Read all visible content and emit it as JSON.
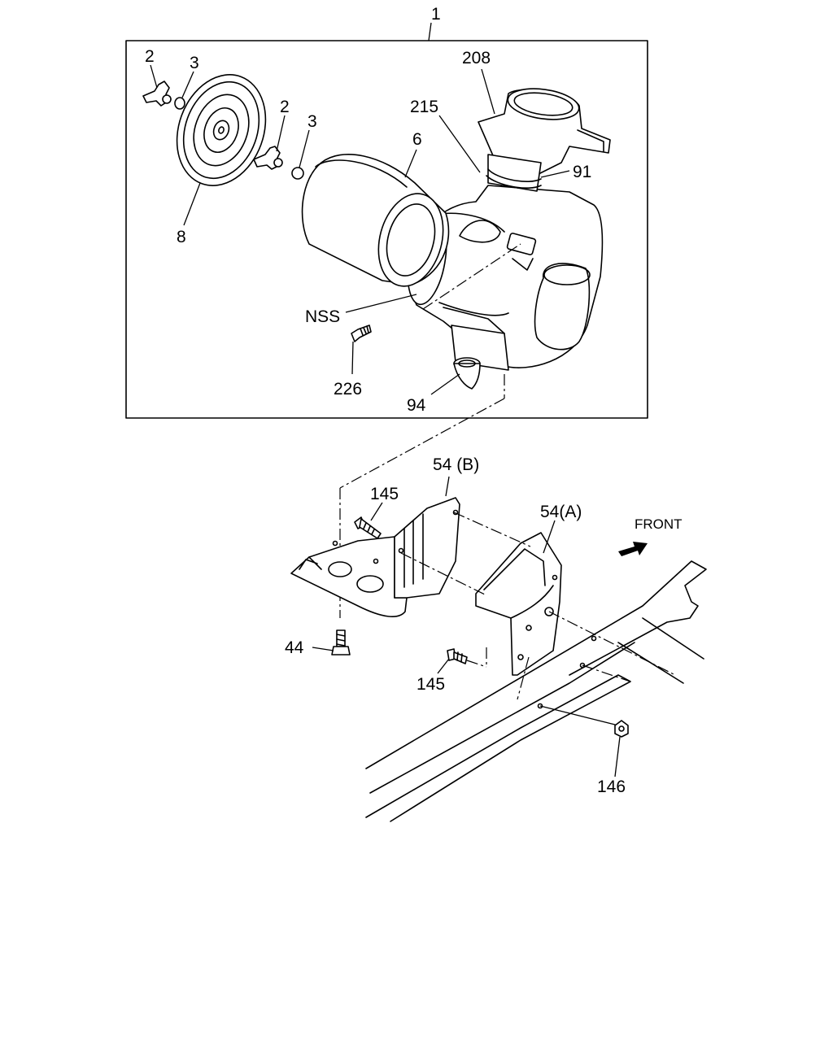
{
  "diagram": {
    "callouts": {
      "assembly": "1",
      "wing_bolt_a": "2",
      "washer_a": "3",
      "wing_bolt_b": "2",
      "washer_b": "3",
      "cover": "8",
      "element": "6",
      "duct": "208",
      "clamp_hose": "215",
      "clamp": "91",
      "nss": "NSS",
      "screw": "226",
      "valve": "94",
      "bracket_b": "54 (B)",
      "bracket_a": "54(A)",
      "bolt_upper": "145",
      "bolt_lower": "145",
      "bolt_44": "44",
      "nut": "146",
      "front": "FRONT"
    }
  }
}
